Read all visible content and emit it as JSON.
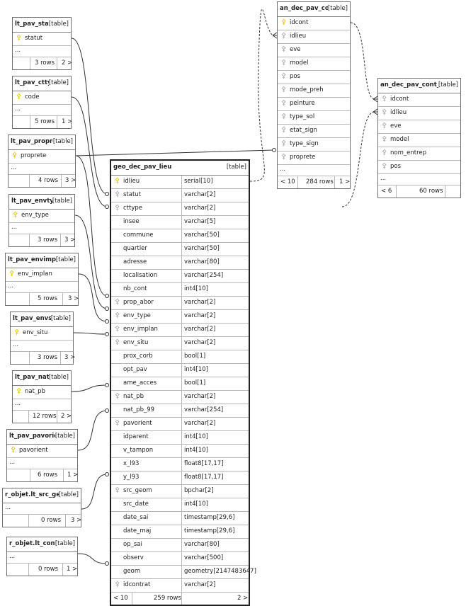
{
  "link_color": "#333333",
  "tables": {
    "lt_pav_statut": {
      "name": "lt_pav_statut",
      "kind": "[table]",
      "cols": [
        {
          "name": "statut",
          "key": "pk"
        }
      ],
      "ellipsis": "...",
      "rows": "3 rows",
      "more": "2 >"
    },
    "lt_pav_cttype": {
      "name": "lt_pav_cttype",
      "kind": "[table]",
      "cols": [
        {
          "name": "code",
          "key": "pk"
        }
      ],
      "ellipsis": "...",
      "rows": "5 rows",
      "more": "1 >"
    },
    "lt_pav_proprete": {
      "name": "lt_pav_propret",
      "kind": "[table]",
      "cols": [
        {
          "name": "proprete",
          "key": "pk"
        }
      ],
      "ellipsis": "...",
      "rows": "4 rows",
      "more": "3 >"
    },
    "lt_pav_envtype": {
      "name": "lt_pav_envtype",
      "kind": "[table]",
      "cols": [
        {
          "name": "env_type",
          "key": "pk"
        }
      ],
      "ellipsis": "...",
      "rows": "3 rows",
      "more": "3 >"
    },
    "lt_pav_envimplan": {
      "name": "lt_pav_envimplan",
      "kind": "[table]",
      "cols": [
        {
          "name": "env_implan",
          "key": "pk"
        }
      ],
      "ellipsis": "...",
      "rows": "5 rows",
      "more": "3 >"
    },
    "lt_pav_envsitu": {
      "name": "lt_pav_envsitu",
      "kind": "[table]",
      "cols": [
        {
          "name": "env_situ",
          "key": "pk"
        }
      ],
      "ellipsis": "...",
      "rows": "3 rows",
      "more": "3 >"
    },
    "lt_pav_natpb": {
      "name": "lt_pav_natpb",
      "kind": "[table]",
      "cols": [
        {
          "name": "nat_pb",
          "key": "pk"
        }
      ],
      "ellipsis": "...",
      "rows": "12 rows",
      "more": "2 >"
    },
    "lt_pav_pavorient": {
      "name": "lt_pav_pavorient",
      "kind": "[table]",
      "cols": [
        {
          "name": "pavorient",
          "key": "pk"
        }
      ],
      "ellipsis": "...",
      "rows": "6 rows",
      "more": "1 >"
    },
    "r_objet_lt_src_geom": {
      "name": "r_objet.lt_src_geom",
      "kind": "[table]",
      "cols": [],
      "ellipsis": "...",
      "rows": "0 rows",
      "more": "3 >"
    },
    "r_objet_lt_contrat": {
      "name": "r_objet.lt_contrat",
      "kind": "[table]",
      "cols": [],
      "ellipsis": "...",
      "rows": "0 rows",
      "more": "1 >"
    },
    "an_dec_pav_cont": {
      "name": "an_dec_pav_cont",
      "kind": "[table]",
      "cols": [
        {
          "name": "idcont",
          "key": "pk"
        },
        {
          "name": "idlieu",
          "key": "fk"
        },
        {
          "name": "eve",
          "key": "fk"
        },
        {
          "name": "model",
          "key": "fk"
        },
        {
          "name": "pos",
          "key": "fk"
        },
        {
          "name": "mode_preh",
          "key": "fk"
        },
        {
          "name": "peinture",
          "key": "fk"
        },
        {
          "name": "type_sol",
          "key": "fk"
        },
        {
          "name": "etat_sign",
          "key": "fk"
        },
        {
          "name": "type_sign",
          "key": "fk"
        },
        {
          "name": "proprete",
          "key": "fk"
        }
      ],
      "ellipsis": "...",
      "prev": "< 10",
      "rows": "284 rows",
      "more": "1 >"
    },
    "an_dec_pav_cont_tr": {
      "name": "an_dec_pav_cont_tr",
      "kind": "[table]",
      "cols": [
        {
          "name": "idcont",
          "key": "fk"
        },
        {
          "name": "idlieu",
          "key": "fk"
        },
        {
          "name": "eve",
          "key": "fk"
        },
        {
          "name": "model",
          "key": "fk"
        },
        {
          "name": "nom_entrep",
          "key": "fk"
        },
        {
          "name": "pos",
          "key": "fk"
        }
      ],
      "ellipsis": "...",
      "prev": "< 6",
      "rows": "60 rows"
    },
    "geo_dec_pav_lieu": {
      "name": "geo_dec_pav_lieu",
      "kind": "[table]",
      "cols": [
        {
          "name": "idlieu",
          "type": "serial[10]",
          "key": "pk"
        },
        {
          "name": "statut",
          "type": "varchar[2]",
          "key": "fk"
        },
        {
          "name": "cttype",
          "type": "varchar[2]",
          "key": "fk"
        },
        {
          "name": "insee",
          "type": "varchar[5]",
          "key": ""
        },
        {
          "name": "commune",
          "type": "varchar[50]",
          "key": ""
        },
        {
          "name": "quartier",
          "type": "varchar[50]",
          "key": ""
        },
        {
          "name": "adresse",
          "type": "varchar[80]",
          "key": ""
        },
        {
          "name": "localisation",
          "type": "varchar[254]",
          "key": ""
        },
        {
          "name": "nb_cont",
          "type": "int4[10]",
          "key": ""
        },
        {
          "name": "prop_abor",
          "type": "varchar[2]",
          "key": "fk"
        },
        {
          "name": "env_type",
          "type": "varchar[2]",
          "key": "fk"
        },
        {
          "name": "env_implan",
          "type": "varchar[2]",
          "key": "fk"
        },
        {
          "name": "env_situ",
          "type": "varchar[2]",
          "key": "fk"
        },
        {
          "name": "prox_corb",
          "type": "bool[1]",
          "key": ""
        },
        {
          "name": "opt_pav",
          "type": "int4[10]",
          "key": ""
        },
        {
          "name": "ame_acces",
          "type": "bool[1]",
          "key": ""
        },
        {
          "name": "nat_pb",
          "type": "varchar[2]",
          "key": "fk"
        },
        {
          "name": "nat_pb_99",
          "type": "varchar[254]",
          "key": ""
        },
        {
          "name": "pavorient",
          "type": "varchar[2]",
          "key": "fk"
        },
        {
          "name": "idparent",
          "type": "int4[10]",
          "key": ""
        },
        {
          "name": "v_tampon",
          "type": "int4[10]",
          "key": ""
        },
        {
          "name": "x_l93",
          "type": "float8[17,17]",
          "key": ""
        },
        {
          "name": "y_l93",
          "type": "float8[17,17]",
          "key": ""
        },
        {
          "name": "src_geom",
          "type": "bpchar[2]",
          "key": "fk"
        },
        {
          "name": "src_date",
          "type": "int4[10]",
          "key": ""
        },
        {
          "name": "date_sai",
          "type": "timestamp[29,6]",
          "key": ""
        },
        {
          "name": "date_maj",
          "type": "timestamp[29,6]",
          "key": ""
        },
        {
          "name": "op_sai",
          "type": "varchar[80]",
          "key": ""
        },
        {
          "name": "observ",
          "type": "varchar[500]",
          "key": ""
        },
        {
          "name": "geom",
          "type": "geometry[2147483647]",
          "key": ""
        },
        {
          "name": "idcontrat",
          "type": "varchar[2]",
          "key": "fk"
        }
      ],
      "prev": "< 10",
      "rows": "259 rows",
      "more": "2 >"
    }
  }
}
